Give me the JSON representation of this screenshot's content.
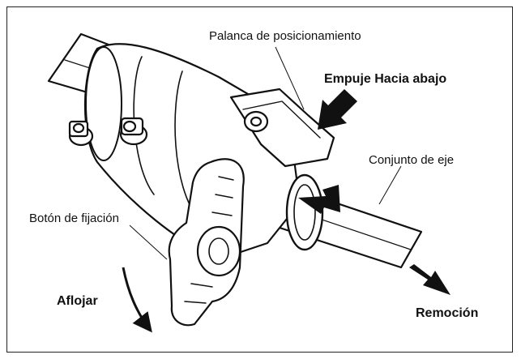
{
  "labels": {
    "positioning_lever": "Palanca de posicionamiento",
    "push_down": "Empuje Hacia abajo",
    "shaft_assembly": "Conjunto de eje",
    "locking_button": "Botón de fijación",
    "loosen": "Aflojar",
    "removal": "Remoción"
  },
  "colors": {
    "ink": "#111111",
    "paper": "#ffffff",
    "frame": "#222222"
  }
}
